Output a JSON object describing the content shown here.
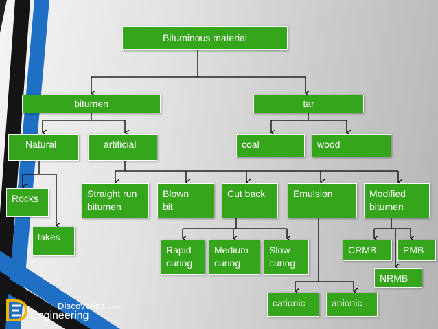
{
  "root": "Bituminous material",
  "level1": {
    "bitumen": "bitumen",
    "tar": "tar"
  },
  "bitumen_children": {
    "natural": "Natural",
    "artificial": "artificial"
  },
  "tar_children": {
    "coal": "coal",
    "wood": "wood"
  },
  "natural_children": {
    "rocks": "Rocks",
    "lakes": "lakes"
  },
  "artificial_children": {
    "straight_run": [
      "Straight run",
      "bitumen"
    ],
    "blown": [
      "Blown",
      "bit"
    ],
    "cut_back": "Cut back",
    "emulsion": "Emulsion",
    "modified": [
      "Modified",
      "bitumen"
    ]
  },
  "cut_back_children": {
    "rapid": [
      "Rapid",
      "curing"
    ],
    "medium": [
      "Medium",
      "curing"
    ],
    "slow": [
      "Slow",
      "curing"
    ]
  },
  "emulsion_children": {
    "cationic": "cationic",
    "anionic": "anionic"
  },
  "modified_children": {
    "crmb": "CRMB",
    "pmb": "PMB",
    "nrmb": "NRMB"
  },
  "logo": {
    "top": "Discoveries",
    "top_suffix": ".com",
    "bottom": "Engineering"
  },
  "colors": {
    "box": "#35a51c",
    "line": "#000000",
    "stripe_blue": "#1f6fc5",
    "stripe_black": "#141414"
  }
}
